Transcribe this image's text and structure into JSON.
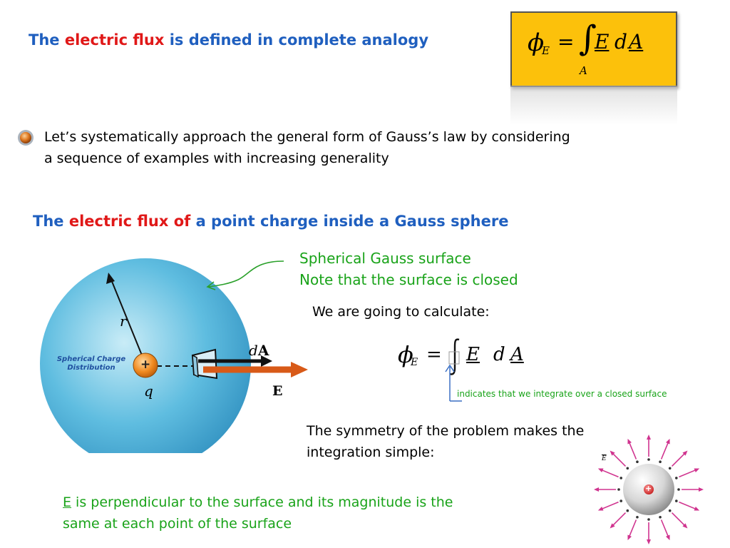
{
  "header": {
    "part1": "The",
    "part2": "electric flux",
    "part3": "is defined in complete analogy"
  },
  "formula_box": {
    "phi": "ϕ",
    "phi_sub": "E",
    "equals": "=",
    "integral": "∫",
    "integral_sub": "A",
    "E": "E",
    "d": "d",
    "A": "A"
  },
  "bullet": {
    "line1": "Let’s systematically approach the general form of Gauss’s law by considering",
    "line2": "a sequence of examples with increasing generality"
  },
  "subheading": {
    "part1": "The",
    "part2": "electric flux of",
    "part3": "a point charge inside a Gauss sphere"
  },
  "sphere_diagram": {
    "label_distribution": "Spherical Charge Distribution",
    "label_r": "r",
    "label_q": "q",
    "label_plus": "+",
    "label_dA_d": "d",
    "label_dA_A": "A",
    "label_E": "E"
  },
  "gauss_note": {
    "line1": "Spherical Gauss surface",
    "line2": "Note that the surface is closed"
  },
  "calc": {
    "intro": "We are going to calculate:",
    "phi": "ϕ",
    "phi_sub": "E",
    "equals": "=",
    "E": "E",
    "d": "d",
    "A": "A",
    "closed_note": "indicates that we integrate over a closed surface"
  },
  "symmetry": {
    "line1": "The symmetry of the problem makes the",
    "line2": "integration simple:"
  },
  "perpendicular": {
    "E": "E",
    "rest1": " is perpendicular to the surface and its magnitude is the",
    "line2": "same at each point of the surface"
  },
  "field_diagram": {
    "label_E": "E",
    "label_plus": "+"
  },
  "colors": {
    "heading_blue": "#1f5fbf",
    "accent_red": "#e01818",
    "note_green": "#19a319",
    "box_yellow": "#fcc10b",
    "sphere_blue": "#4aaed8",
    "field_magenta": "#d0348f"
  }
}
